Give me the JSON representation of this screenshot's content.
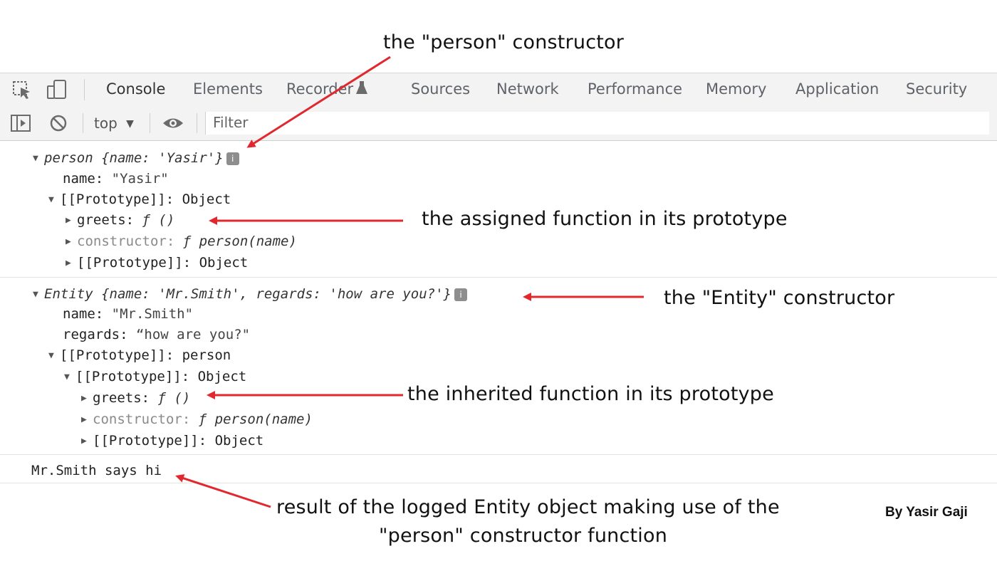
{
  "annotations": {
    "person_constructor": "the \"person\" constructor",
    "assigned_function": "the assigned function in its prototype",
    "entity_constructor": "the \"Entity\" constructor",
    "inherited_function": "the inherited function in its prototype",
    "result_line1": "result of the logged Entity object making use of the",
    "result_line2": "\"person\" constructor function"
  },
  "tabs": [
    "Console",
    "Elements",
    "Recorder",
    "Sources",
    "Network",
    "Performance",
    "Memory",
    "Application",
    "Security"
  ],
  "active_tab": "Console",
  "toolbar": {
    "context": "top",
    "filter_placeholder": "Filter"
  },
  "console": {
    "person": {
      "summary_name": "person",
      "summary_body": "{name: 'Yasir'}",
      "name_key": "name:",
      "name_val": "\"Yasir\"",
      "proto_label": "[[Prototype]]: Object",
      "greets_key": "greets:",
      "greets_val": "ƒ ()",
      "ctor_key": "constructor:",
      "ctor_f": "ƒ",
      "ctor_val": "person(name)",
      "proto2_label": "[[Prototype]]: Object"
    },
    "entity": {
      "summary_name": "Entity",
      "summary_body": "{name: 'Mr.Smith', regards: 'how are you?'}",
      "name_key": "name:",
      "name_val": "\"Mr.Smith\"",
      "regards_key": "regards:",
      "regards_val": "“how are you?\"",
      "proto_label": "[[Prototype]]: person",
      "proto_obj_label": "[[Prototype]]: Object",
      "greets_key": "greets:",
      "greets_val": "ƒ ()",
      "ctor_key": "constructor:",
      "ctor_f": "ƒ",
      "ctor_val": "person(name)",
      "proto2_label": "[[Prototype]]: Object"
    },
    "output": "Mr.Smith says hi"
  },
  "byline": "By Yasir Gaji",
  "colors": {
    "arrow": "#e0282e",
    "toolbar_bg": "#f3f3f3"
  },
  "icons": [
    "inspect-icon",
    "device-icon",
    "recorder-flask-icon",
    "sidebar-toggle-icon",
    "clear-console-icon",
    "dropdown-icon",
    "eye-icon"
  ]
}
